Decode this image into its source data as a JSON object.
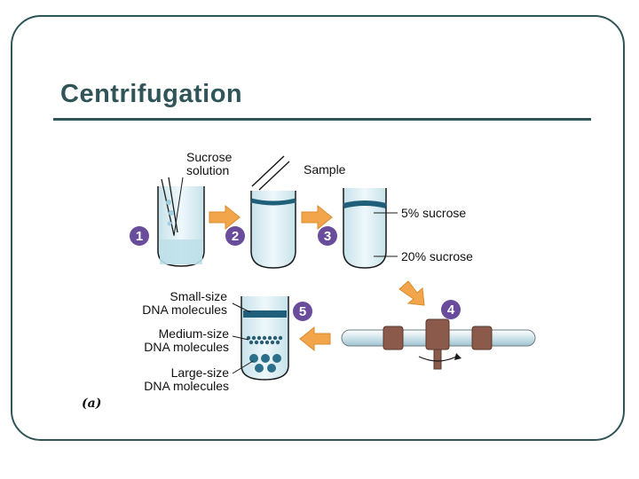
{
  "slide": {
    "title": "Centrifugation"
  },
  "diagram": {
    "steps": [
      "1",
      "2",
      "3",
      "4",
      "5"
    ],
    "labels": {
      "sucrose_line1": "Sucrose",
      "sucrose_line2": "solution",
      "sample": "Sample",
      "five_percent": "5% sucrose",
      "twenty_percent": "20% sucrose",
      "small_line1": "Small-size",
      "small_line2": "DNA molecules",
      "medium_line1": "Medium-size",
      "medium_line2": "DNA molecules",
      "large_line1": "Large-size",
      "large_line2": "DNA molecules"
    },
    "caption": "(a)",
    "colors": {
      "step_circle": "#6a4c9c",
      "arrow": "#f2a54a",
      "tube_fill": "#d9edf2",
      "band": "#1f5f7a",
      "frame": "#2f5558"
    }
  }
}
